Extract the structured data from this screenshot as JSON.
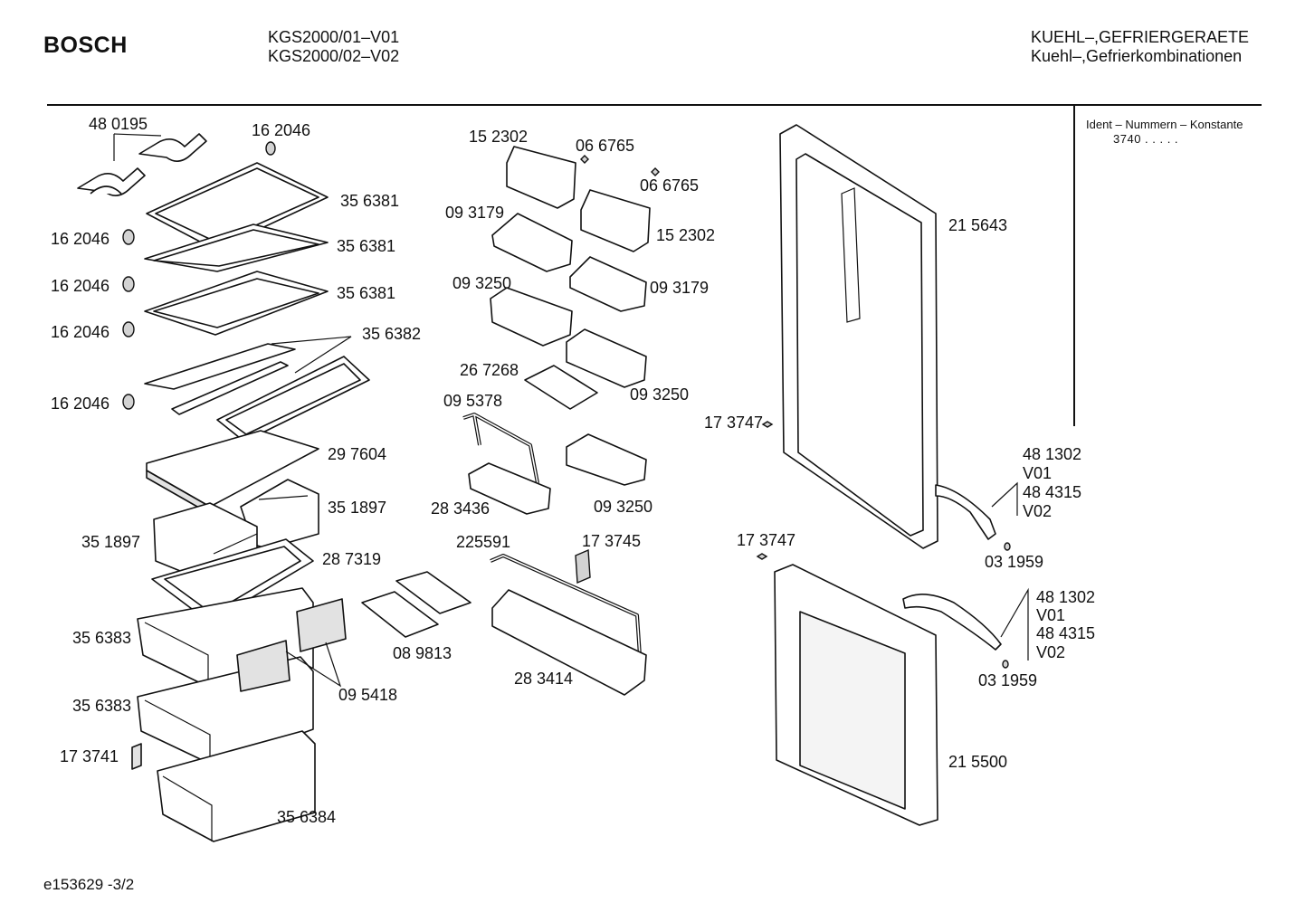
{
  "header": {
    "brand": "BOSCH",
    "model_line_1": "KGS2000/01–V01",
    "model_line_2": "KGS2000/02–V02",
    "category_line_1": "KUEHL–,GEFRIERGERAETE",
    "category_line_2": "Kuehl–,Gefrierkombinationen"
  },
  "ident": {
    "title": "Ident – Nummern – Konstante",
    "value": "3740 .  .  .  .  ."
  },
  "labels": {
    "p480195": "48 0195",
    "p162046_top": "16 2046",
    "p356381_a": "35 6381",
    "p356381_b": "35 6381",
    "p356381_c": "35 6381",
    "p162046_a": "16 2046",
    "p162046_b": "16 2046",
    "p162046_c": "16 2046",
    "p162046_d": "16 2046",
    "p356382": "35 6382",
    "p297604": "29 7604",
    "p351897_r": "35 1897",
    "p351897_l": "35 1897",
    "p287319": "28 7319",
    "p356383_a": "35 6383",
    "p356383_b": "35 6383",
    "p095418": "09 5418",
    "p173741": "17 3741",
    "p356384": "35 6384",
    "p152302_a": "15 2302",
    "p066765_a": "06 6765",
    "p066765_b": "06 6765",
    "p093179_a": "09 3179",
    "p152302_b": "15 2302",
    "p093250_a": "09 3250",
    "p093179_b": "09 3179",
    "p267268": "26 7268",
    "p093250_b": "09 3250",
    "p095378": "09 5378",
    "p093250_c": "09 3250",
    "p283436": "28 3436",
    "p225591": "225591",
    "p173745": "17 3745",
    "p089813": "08 9813",
    "p283414": "28 3414",
    "p215643": "21 5643",
    "p173747_a": "17 3747",
    "p173747_b": "17 3747",
    "p481302_a": "48 1302",
    "v01_a": "V01",
    "p484315_a": "48 4315",
    "v02_a": "V02",
    "p031959_a": "03 1959",
    "p481302_b": "48 1302",
    "v01_b": "V01",
    "p484315_b": "48 4315",
    "v02_b": "V02",
    "p031959_b": "03 1959",
    "p215500": "21 5500"
  },
  "footer": {
    "drawing_id": "e153629  -3/2"
  }
}
